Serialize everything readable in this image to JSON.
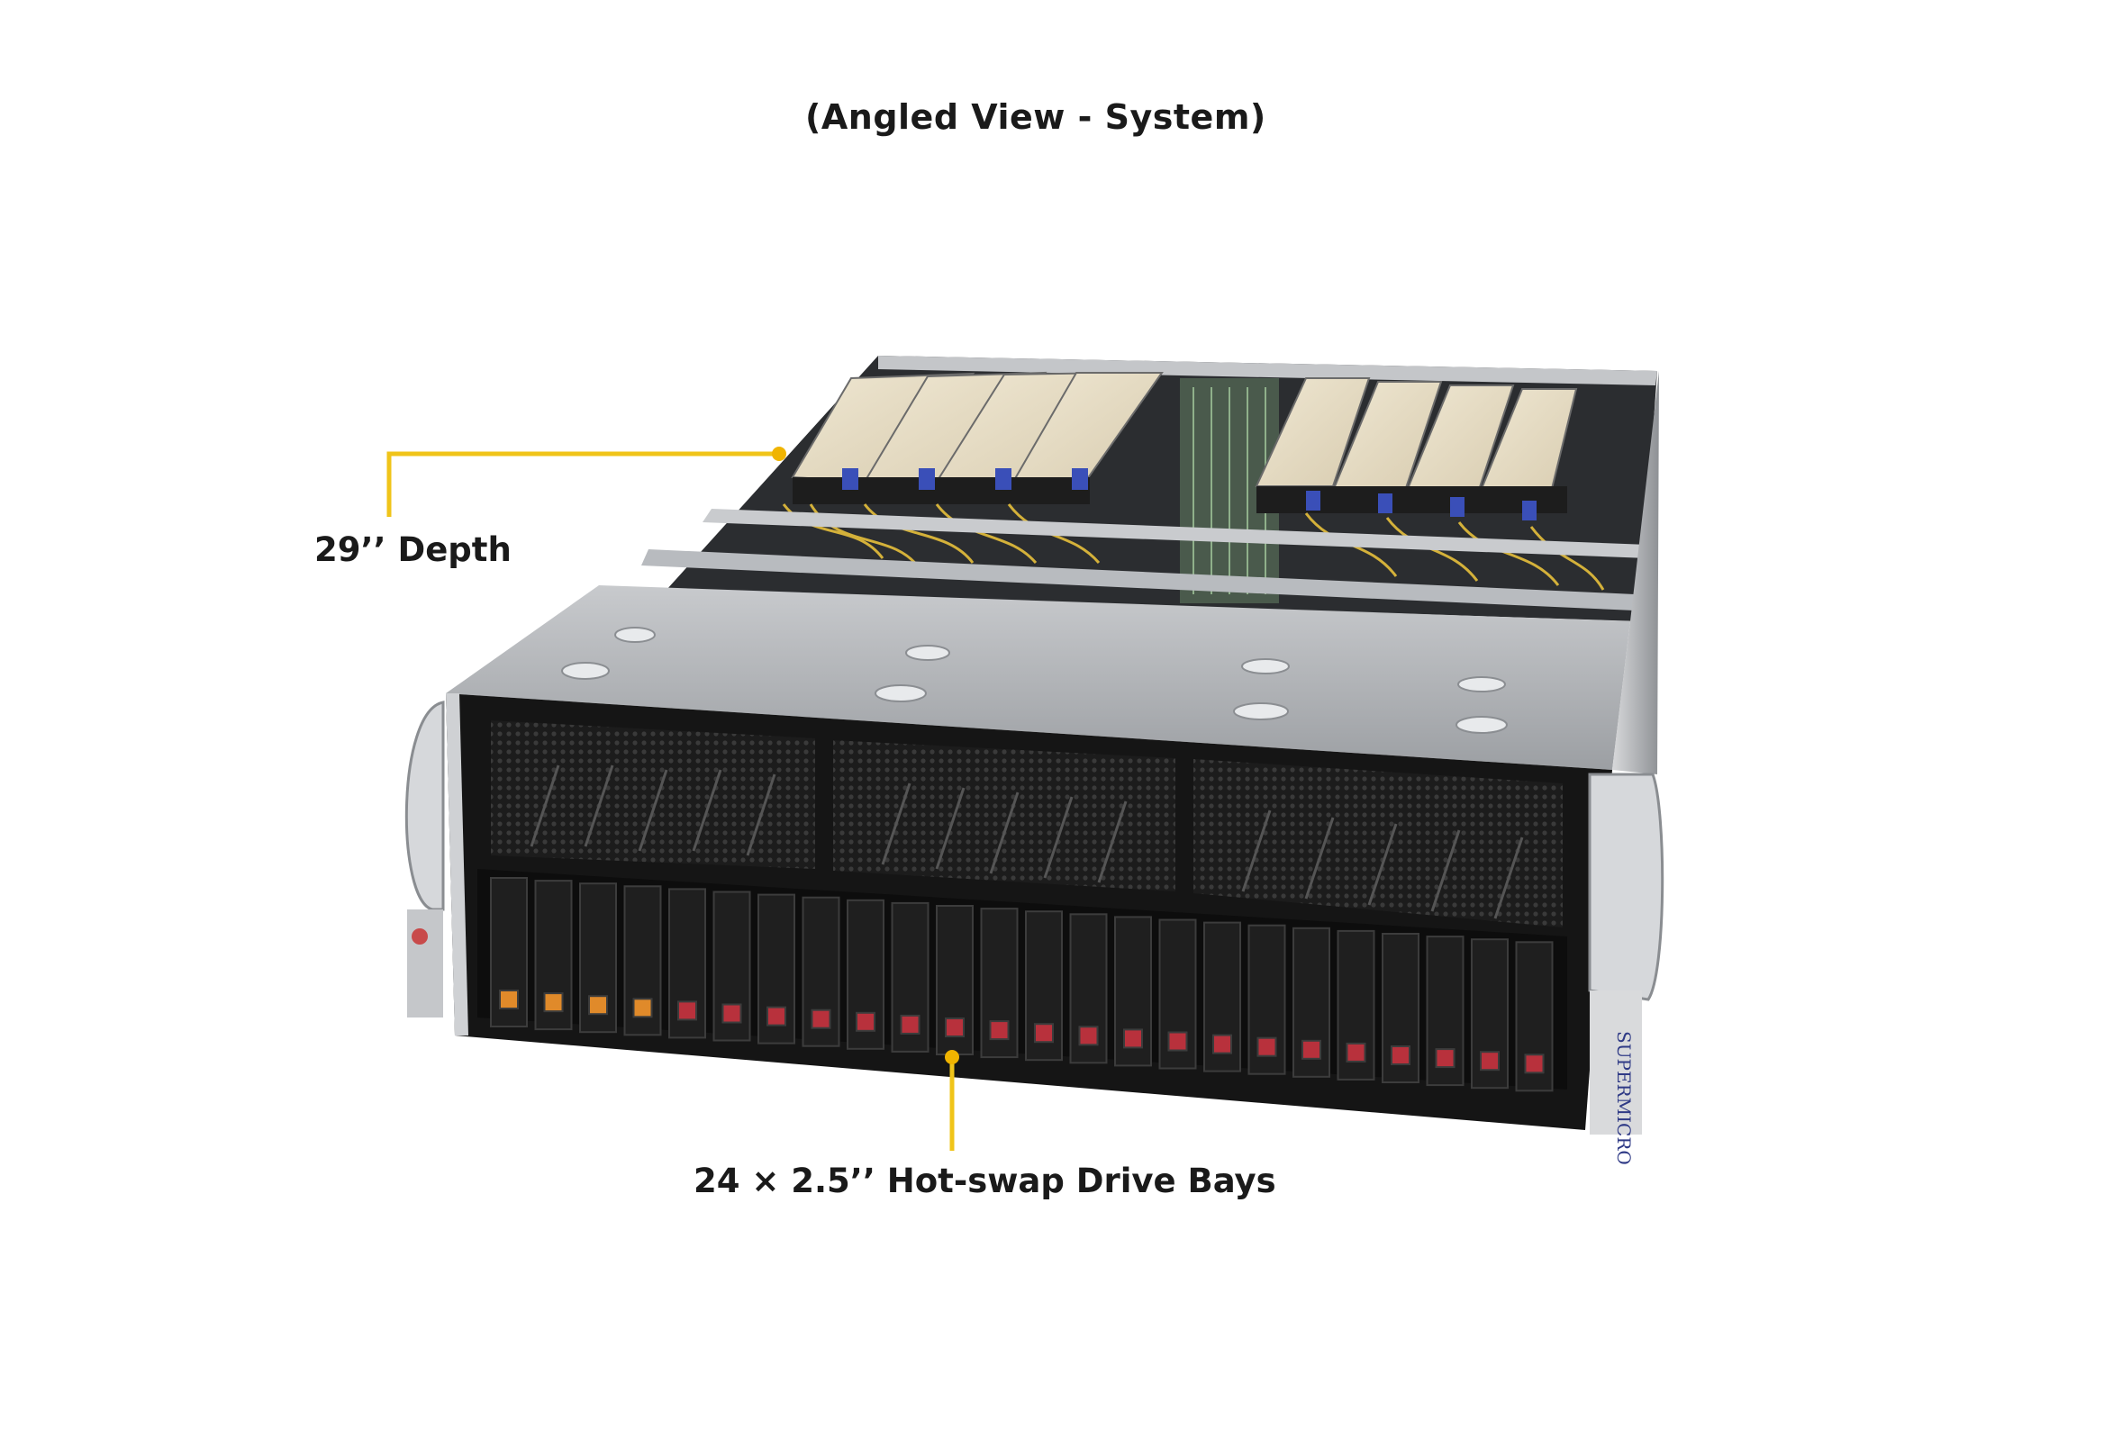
{
  "title": "(Angled View - System)",
  "callouts": {
    "depth": "29’’ Depth",
    "drive_bays": "24 × 2.5’’ Hot-swap Drive Bays"
  },
  "brand_mark": "SUPERMICRO",
  "colors": {
    "callout_line": "#f0c419",
    "callout_dot": "#f0b400",
    "chassis": "#a9acb0",
    "bezel": "#121212",
    "drive_tab": "#b8313c",
    "drive_tab_alt": "#e08a2a"
  }
}
